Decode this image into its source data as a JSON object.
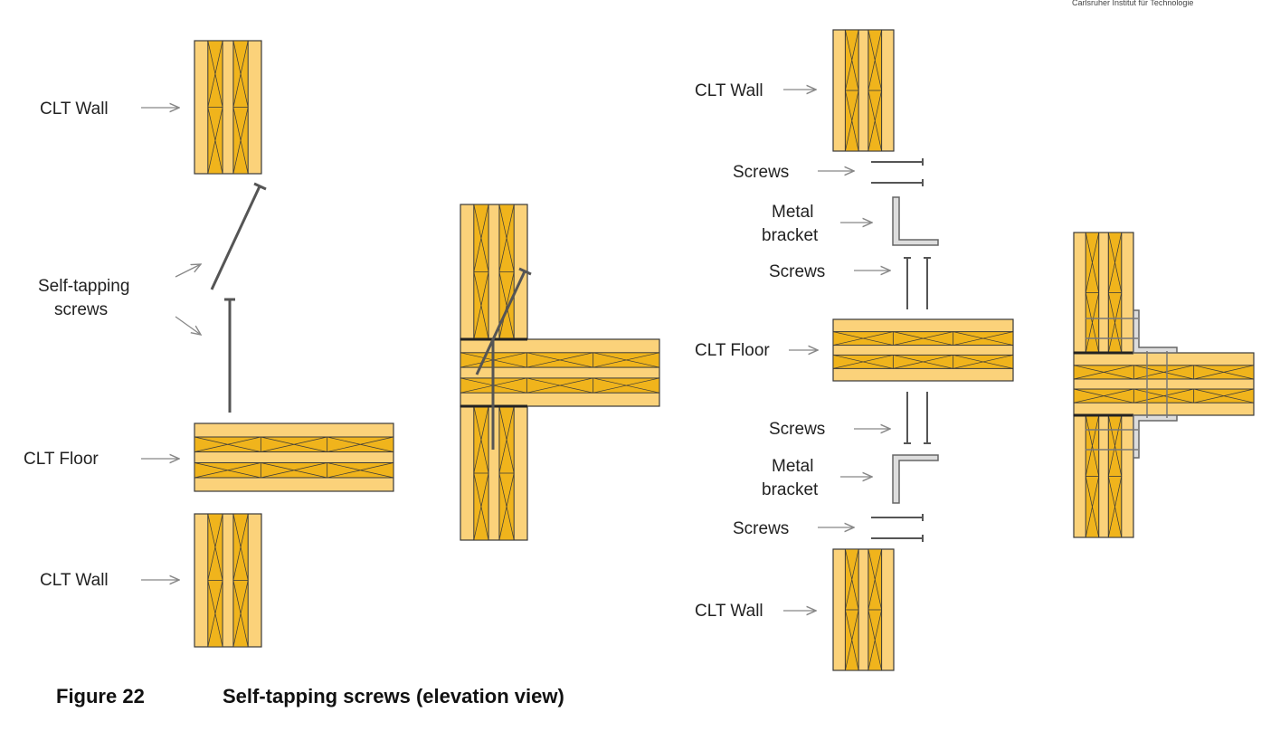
{
  "header": {
    "institution": "Carlsruher Institut für Technologie"
  },
  "labels": {
    "clt_wall": "CLT Wall",
    "clt_floor": "CLT Floor",
    "self_tapping_line1": "Self-tapping",
    "self_tapping_line2": "screws",
    "screws": "Screws",
    "metal_line1": "Metal",
    "metal_line2": "bracket"
  },
  "caption": {
    "figure_number": "Figure 22",
    "text": "Self-tapping screws (elevation view)"
  },
  "colors": {
    "panel_fill": "#fbd27a",
    "lamella_fill": "#f0b41c",
    "outline": "#3a3a3a",
    "screw": "#555555",
    "arrow": "#888888"
  }
}
